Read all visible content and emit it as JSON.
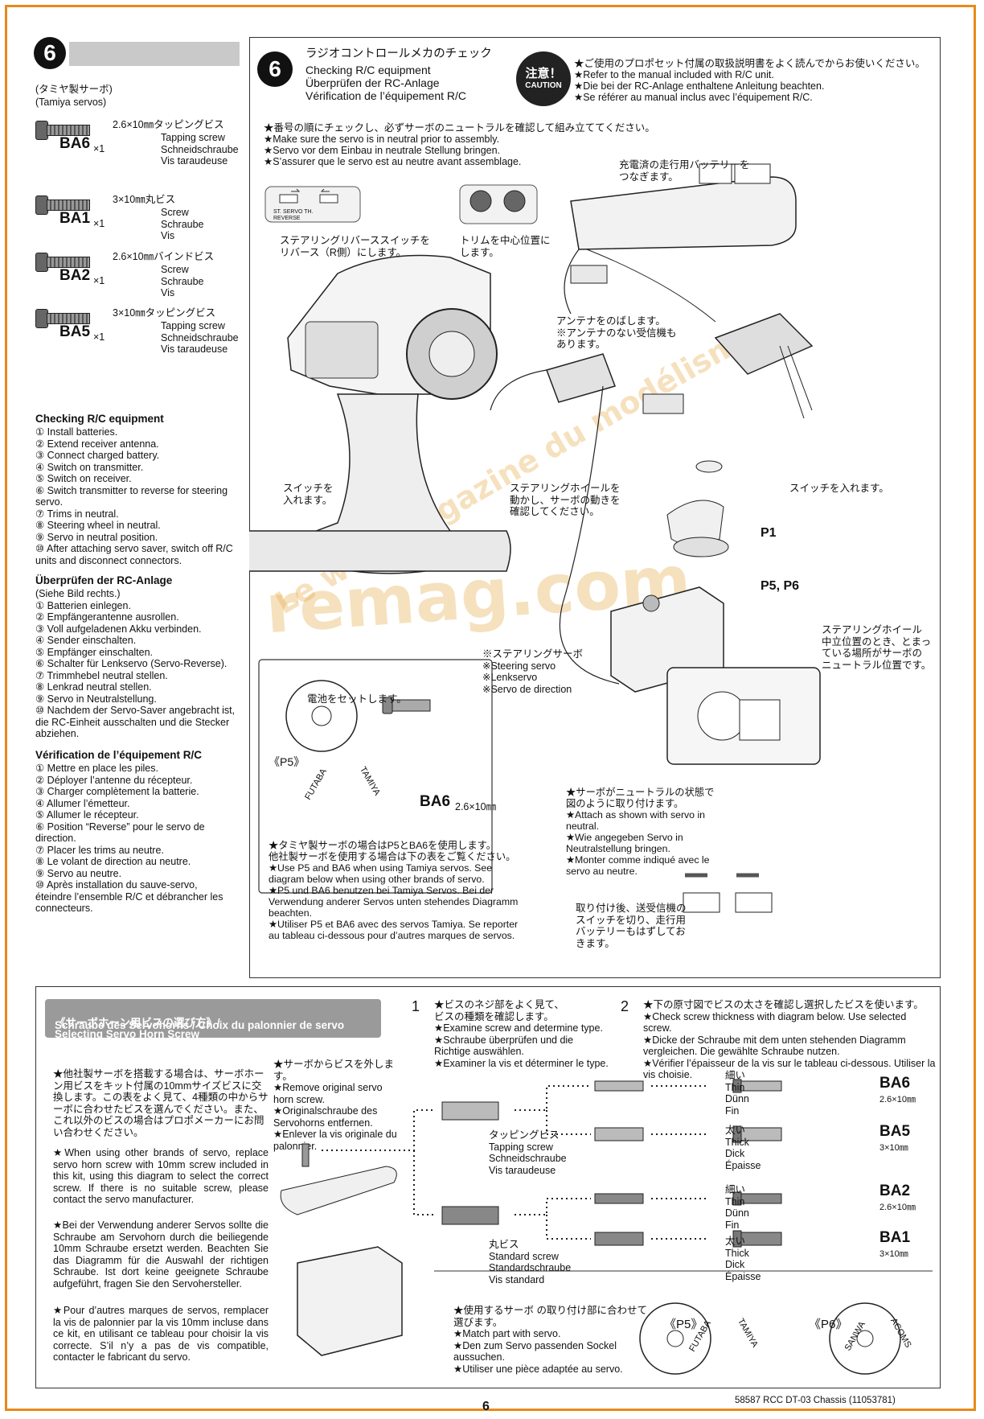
{
  "page": {
    "number": "6",
    "footer": "58587 RCC DT-03 Chassis (11053781)"
  },
  "left": {
    "step": "6",
    "tamiya_servos_jp": "(タミヤ製サーボ)",
    "tamiya_servos_en": "(Tamiya servos)",
    "screws": [
      {
        "code": "BA6",
        "qty": "×1",
        "size": "2.6×10㎜タッピングビス",
        "names": "Tapping screw\nSchneidschraube\nVis taraudeuse"
      },
      {
        "code": "BA1",
        "qty": "×1",
        "size": "3×10㎜丸ビス",
        "names": "Screw\nSchraube\nVis"
      },
      {
        "code": "BA2",
        "qty": "×1",
        "size": "2.6×10㎜バインドビス",
        "names": "Screw\nSchraube\nVis"
      },
      {
        "code": "BA5",
        "qty": "×1",
        "size": "3×10㎜タッピングビス",
        "names": "Tapping screw\nSchneidschraube\nVis taraudeuse"
      }
    ],
    "check_en_title": "Checking R/C equipment",
    "check_en": "① Install batteries.\n② Extend receiver antenna.\n③ Connect charged battery.\n④ Switch on transmitter.\n⑤ Switch on receiver.\n⑥ Switch transmitter to reverse for steering servo.\n⑦ Trims in neutral.\n⑧ Steering wheel in neutral.\n⑨ Servo in neutral position.\n⑩ After attaching servo saver, switch off R/C units and disconnect connectors.",
    "check_de_title": "Überprüfen der RC-Anlage",
    "check_de": "(Siehe Bild rechts.)\n① Batterien einlegen.\n② Empfängerantenne ausrollen.\n③ Voll aufgeladenen Akku verbinden.\n④ Sender einschalten.\n⑤ Empfänger einschalten.\n⑥ Schalter für Lenkservo (Servo-Reverse).\n⑦ Trimmhebel neutral stellen.\n⑧ Lenkrad neutral stellen.\n⑨ Servo in Neutralstellung.\n⑩ Nachdem der Servo-Saver angebracht ist, die RC-Einheit ausschalten und die Stecker abziehen.",
    "check_fr_title": "Vérification de l’équipement R/C",
    "check_fr": "① Mettre en place les piles.\n② Déployer l’antenne du récepteur.\n③ Charger complètement la batterie.\n④ Allumer l’émetteur.\n⑤ Allumer le récepteur.\n⑥ Position “Reverse” pour le servo de direction.\n⑦ Placer les trims au neutre.\n⑧ Le volant de direction au neutre.\n⑨ Servo au neutre.\n⑩ Après installation du sauve-servo, éteindre l’ensemble R/C et débrancher les connecteurs."
  },
  "main": {
    "step": "6",
    "title_jp": "ラジオコントロールメカのチェック",
    "title_en": "Checking R/C equipment",
    "title_de": "Überprüfen der RC-Anlage",
    "title_fr": "Vérification de l’équipement R/C",
    "caution_jp": "注意！",
    "caution_en": "CAUTION",
    "caution_lines": "★ご使用のプロポセット付属の取扱説明書をよく読んでからお使いください。\n★Refer to the manual included with R/C unit.\n★Die bei der RC-Anlage enthaltene Anleitung beachten.\n★Se référer au manual inclus avec l’équipement R/C.",
    "neutral_note": "★番号の順にチェックし、必ずサーボのニュートラルを確認して組み立ててください。\n★Make sure the servo is in neutral prior to assembly.\n★Servo vor dem Einbau in neutrale Stellung bringen.\n★S’assurer que le servo est au neutre avant assemblage.",
    "step3": "充電済の走行用バッテリーを\nつなぎます。",
    "step6": "ステアリングリバーススイッチを\nリバース（R側）にします。",
    "step7": "トリムを中心位置に\nします。",
    "step2": "アンテナをのばします。\n※アンテナのない受信機も\nあります。",
    "step4": "スイッチを\n入れます。",
    "step8": "ステアリングホイールを\n動かし、サーボの動きを\n確認してください。",
    "step5": "スイッチを入れます。",
    "step9": "ステアリングホイール\n中立位置のとき、とまっ\nている場所がサーボの\nニュートラル位置です。",
    "step1": "電池をセットします。",
    "steering_servo": "※ステアリングサーボ\n※Steering servo\n※Lenkservo\n※Servo de direction",
    "p1": "P1",
    "p5p6": "P5, P6",
    "p5_label": "《P5》",
    "ba6_label": "BA6",
    "ba6_size": "2.6×10㎜",
    "p5_note": "★タミヤ製サーボの場合はP5とBA6を使用します。\n他社製サーボを使用する場合は下の表をご覧ください。\n★Use P5 and BA6 when using Tamiya servos. See diagram below when using other brands of servo.\n★P5 und BA6 benutzen bei Tamiya Servos. Bei der Verwendung anderer Servos unten stehendes Diagramm beachten.\n★Utiliser P5 et BA6 avec des servos Tamiya. Se reporter au tableau ci-dessous pour d’autres marques de servos.",
    "servo_neutral_note": "★サーボがニュートラルの状態で\n図のように取り付けます。\n★Attach as shown with servo in neutral.\n★Wie angegeben Servo in Neutralstellung bringen.\n★Monter comme indiqué avec le servo au neutre.",
    "step10": "取り付け後、送受信機の\nスイッチを切り、走行用\nバッテリーもはずしてお\nきます。",
    "futaba": "FUTABA",
    "tamiya": "TAMIYA",
    "servo_reverse": "ST.   SERVO   TH.\nREVERSE",
    "watermark1": "Le web magazine du modélisme",
    "watermark2": "remag.com"
  },
  "bottom": {
    "title_line1_jp": "《サーボホーン用ビスの選び方》/",
    "title_line1_en": "Selecting Servo Horn Screw",
    "title_line2": "Schraube des Servohorns  /  Choix du palonnier de servo",
    "intro_jp": "★他社製サーボを搭載する場合は、サーボホーン用ビスをキット付属の10mmサイズビスに交換します。この表をよく見て、4種類の中からサーボに合わせたビスを選んでください。また、これ以外のビスの場合はプロポメーカーにお問い合わせください。",
    "intro_en": "★When using other brands of servo, replace servo horn screw with 10mm screw included in this kit, using this diagram to select the correct screw. If there is no suitable screw, please contact the servo manufacturer.",
    "intro_de": "★Bei der Verwendung anderer Servos sollte die Schraube am Servohorn durch die beiliegende 10mm Schraube ersetzt werden. Beachten Sie das Diagramm für die Auswahl der richtigen Schraube. Ist dort keine geeignete Schraube aufgeführt, fragen Sie den Servohersteller.",
    "intro_fr": "★Pour d’autres marques de servos, remplacer la vis de palonnier par la vis 10mm incluse dans ce kit, en utilisant ce tableau pour choisir la vis correcte. S’il n’y a pas de vis compatible, contacter le fabricant du servo.",
    "remove_note": "★サーボからビスを外します。\n★Remove original servo horn screw.\n★Originalschraube des Servohorns entfernen.\n★Enlever la vis originale du palonnier.",
    "step1_num": "1",
    "step1_text": "★ビスのネジ部をよく見て、\nビスの種類を確認します。\n★Examine screw and determine type.\n★Schraube überprüfen und die Richtige auswählen.\n★Examiner la vis et déterminer le type.",
    "step2_num": "2",
    "step2_text": "★下の原寸図でビスの太さを確認し選択したビスを使います。\n★Check screw thickness with diagram below. Use selected screw.\n★Dicke der Schraube mit dem unten stehenden Diagramm vergleichen. Die gewählte Schraube nutzen.\n★Vérifier l’épaisseur de la vis sur le tableau ci-dessous. Utiliser la vis choisie.",
    "tapping_label": "タッピングビス\nTapping screw\nSchneidschraube\nVis taraudeuse",
    "standard_label": "丸ビス\nStandard screw\nStandardschraube\nVis standard",
    "thin": "細い\nThin\nDünn\nFin",
    "thick": "太い\nThick\nDick\nÉpaisse",
    "results": [
      {
        "code": "BA6",
        "size": "2.6×10㎜"
      },
      {
        "code": "BA5",
        "size": "3×10㎜"
      },
      {
        "code": "BA2",
        "size": "2.6×10㎜"
      },
      {
        "code": "BA1",
        "size": "3×10㎜"
      }
    ],
    "match_note": "★使用するサーボ の取り付け部に合わせて\n選びます。\n★Match part with servo.\n★Den zum Servo passenden Sockel aussuchen.\n★Utiliser une pièce adaptée au servo.",
    "p5": "《P5》",
    "p6": "《P6》",
    "futaba": "FUTABA",
    "tamiya": "TAMIYA",
    "sanwa": "SANWA",
    "acoms": "ACOMS"
  }
}
